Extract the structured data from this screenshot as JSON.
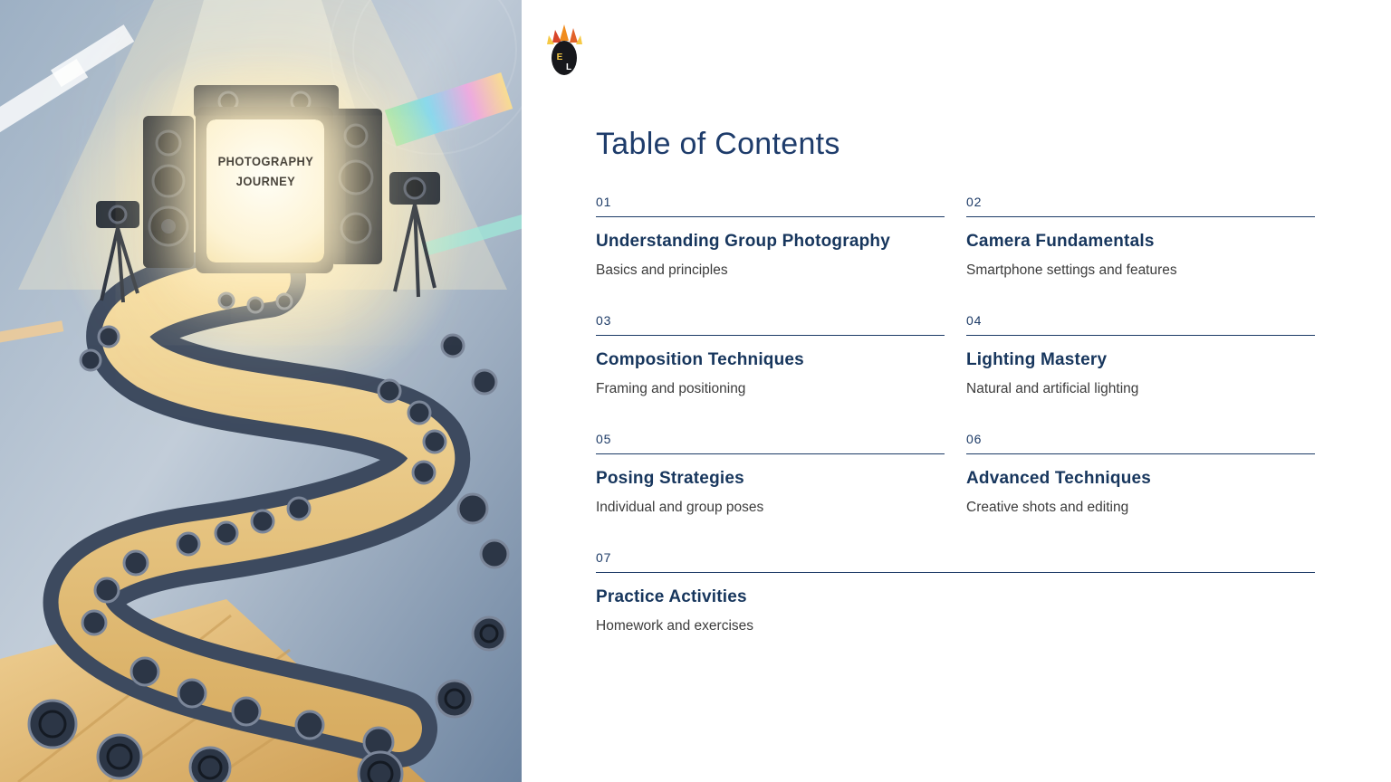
{
  "hero": {
    "screen_line1": "PHOTOGRAPHY",
    "screen_line2": "JOURNEY"
  },
  "logo": {
    "letter_top": "E",
    "letter_bottom": "L"
  },
  "toc": {
    "title": "Table of Contents",
    "items": [
      {
        "number": "01",
        "title": "Understanding Group Photography",
        "subtitle": "Basics and principles"
      },
      {
        "number": "02",
        "title": "Camera Fundamentals",
        "subtitle": "Smartphone settings and features"
      },
      {
        "number": "03",
        "title": "Composition Techniques",
        "subtitle": "Framing and positioning"
      },
      {
        "number": "04",
        "title": "Lighting Mastery",
        "subtitle": "Natural and artificial lighting"
      },
      {
        "number": "05",
        "title": "Posing Strategies",
        "subtitle": "Individual and group poses"
      },
      {
        "number": "06",
        "title": "Advanced Techniques",
        "subtitle": "Creative shots and editing"
      },
      {
        "number": "07",
        "title": "Practice Activities",
        "subtitle": "Homework and exercises"
      }
    ]
  },
  "colors": {
    "accent_navy": "#1c3a66",
    "subtitle_gray": "#3c3c3c",
    "path_gold": "#e4bd78",
    "hero_blue": "#9aadc2"
  }
}
